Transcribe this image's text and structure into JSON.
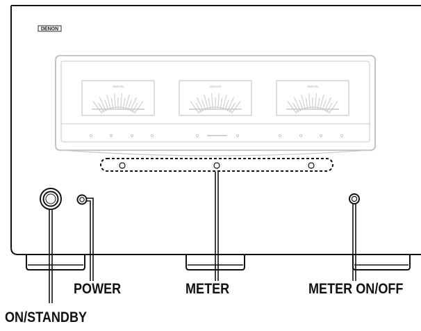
{
  "brand": {
    "logo_text": "DENON"
  },
  "meters": {
    "count": 3,
    "logo_text": "DENON"
  },
  "callouts": {
    "power": "POWER",
    "meter": "METER",
    "meter_on_off": "METER ON/OFF",
    "on_standby": "ON/STANDBY"
  },
  "colors": {
    "outline": "#111111",
    "faint": "#b0b0b0",
    "meter_face": "#c8c8c8"
  }
}
